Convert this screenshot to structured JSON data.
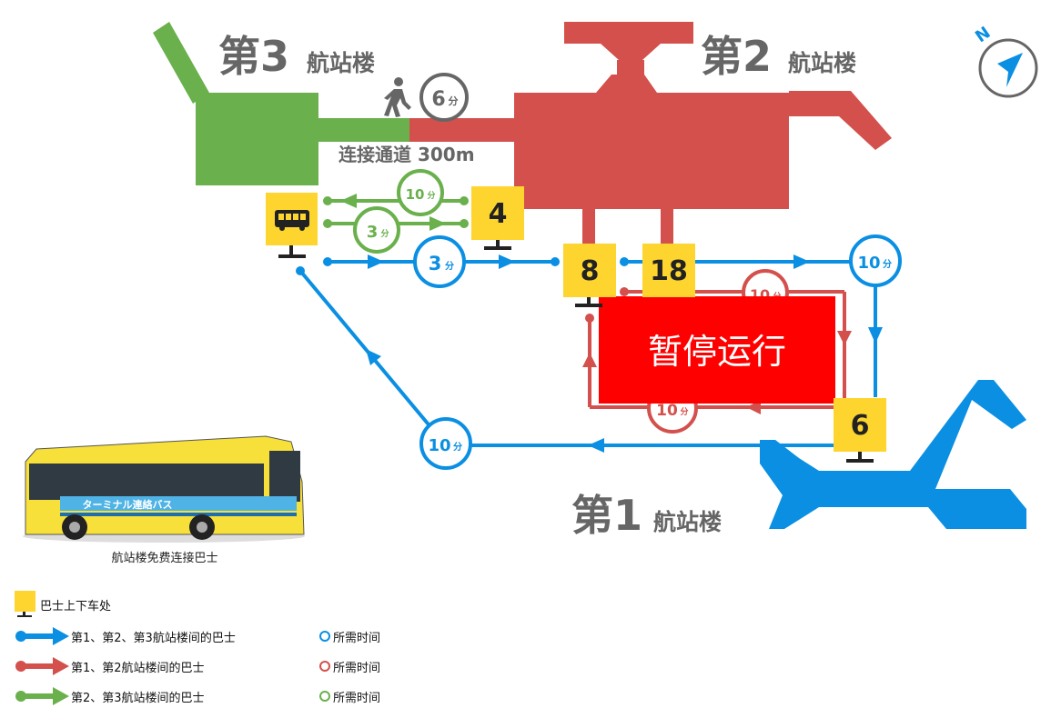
{
  "terminals": {
    "t1": {
      "num": "第1",
      "suffix": "航站楼"
    },
    "t2": {
      "num": "第2",
      "suffix": "航站楼"
    },
    "t3": {
      "num": "第3",
      "suffix": "航站楼"
    }
  },
  "walkway": {
    "label": "连接通道 300m",
    "time": "6",
    "unit": "分"
  },
  "stops": {
    "t3_bus_icon": "bus-icon",
    "s4": "4",
    "s8": "8",
    "s18": "18",
    "s6": "6"
  },
  "routes": {
    "green_top_time": "10",
    "green_bottom_time": "3",
    "blue_t3_t2_time": "3",
    "blue_t2_t1_time": "10",
    "blue_t1_t3_time": "10",
    "red_top_time": "10",
    "red_bottom_time": "10",
    "unit": "分"
  },
  "suspended_label": "暂停运行",
  "bus_photo": {
    "caption": "航站楼免费连接巴士",
    "sign": "ターミナル連絡バス"
  },
  "legend": {
    "stop": "巴士上下车处",
    "blue": "第1、第2、第3航站楼间的巴士",
    "red": "第1、第2航站楼间的巴士",
    "green": "第2、第3航站楼间的巴士",
    "time_label": "所需时间"
  },
  "compass": "N",
  "colors": {
    "t1_blue": "#0a8fe3",
    "t2_red": "#d3504c",
    "t3_green": "#6ab04c",
    "stop_yellow": "#fdd52e",
    "suspended_red": "#ff0000",
    "label_gray": "#666666"
  }
}
